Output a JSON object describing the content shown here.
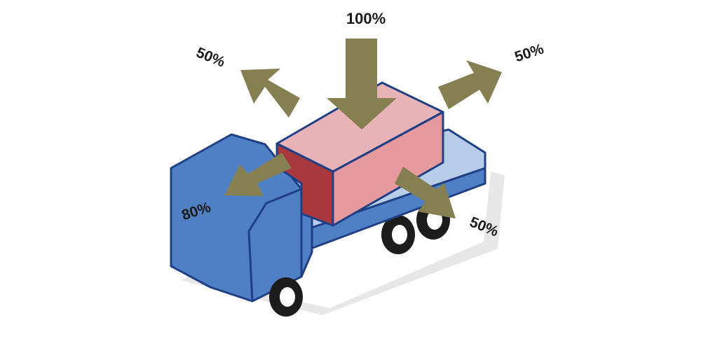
{
  "labels": {
    "top": "100%",
    "upper_left": "50%",
    "upper_right": "50%",
    "front_cab": "80%",
    "lower_right": "50%"
  },
  "colors": {
    "background": "#ffffff",
    "cab": "#4f7fc4",
    "outline": "#1f3f86",
    "bed_top": "#b7cdea",
    "bed_side": "#4f7fc4",
    "box_top": "#e8b3b6",
    "box_front": "#e69a9e",
    "box_end": "#a8383d",
    "arrow": "#857f52",
    "wheel": "#1c1c1c",
    "hub": "#ffffff",
    "shadow": "#cfcfcf"
  }
}
